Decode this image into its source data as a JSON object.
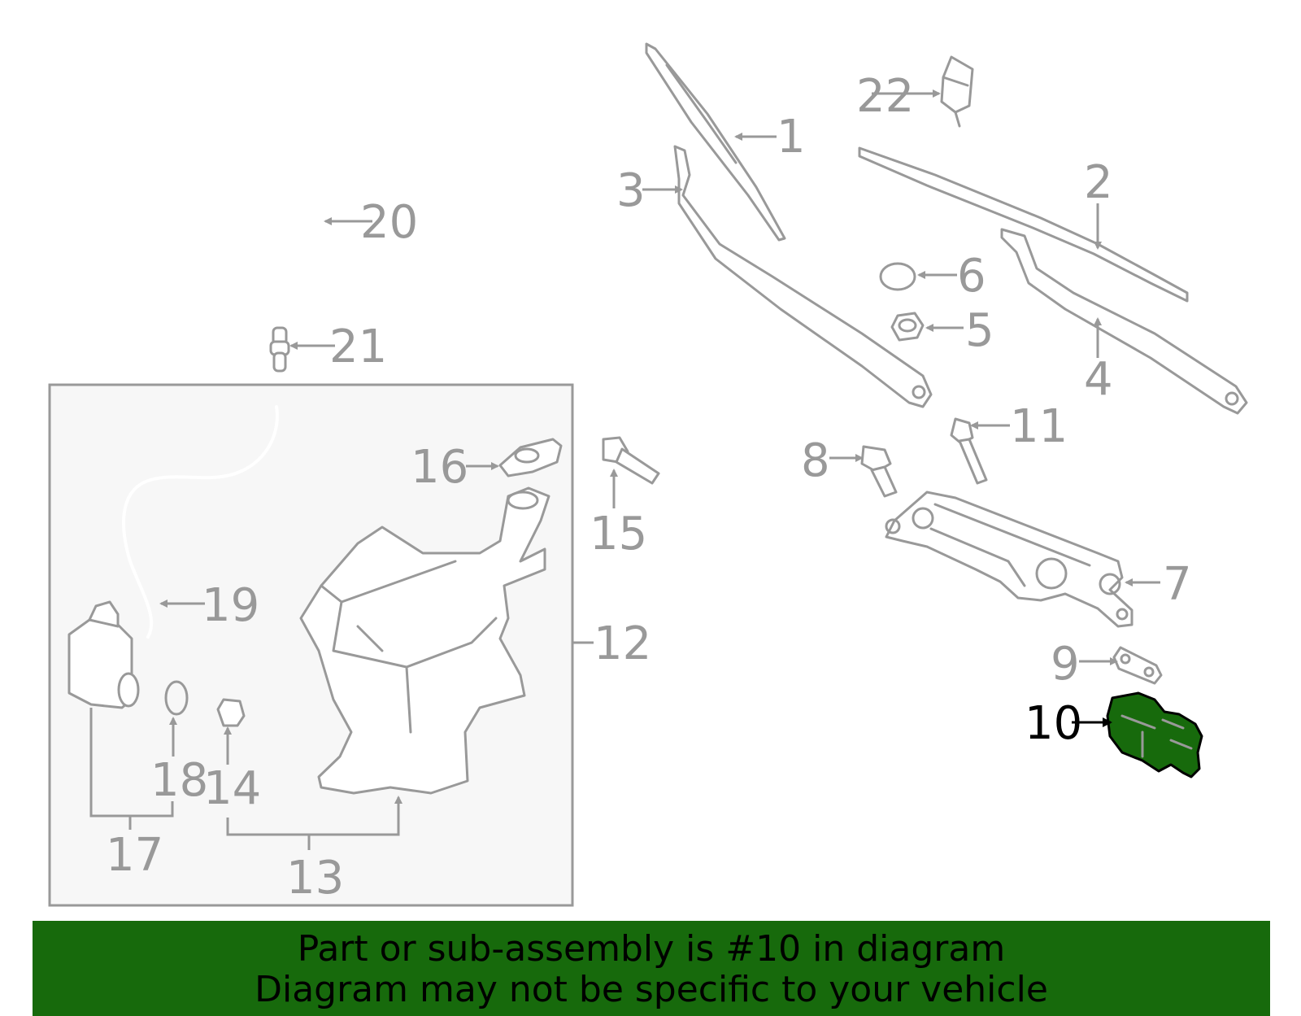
{
  "diagram": {
    "labels": {
      "p1": "1",
      "p2": "2",
      "p3": "3",
      "p4": "4",
      "p5": "5",
      "p6": "6",
      "p7": "7",
      "p8": "8",
      "p9": "9",
      "p10": "10",
      "p11": "11",
      "p12": "12",
      "p13": "13",
      "p14": "14",
      "p15": "15",
      "p16": "16",
      "p17": "17",
      "p18": "18",
      "p19": "19",
      "p20": "20",
      "p21": "21",
      "p22": "22"
    },
    "highlight_part": "10",
    "colors": {
      "line": "#999999",
      "highlight": "#176a0c",
      "panel": "#f7f7f7",
      "banner": "#176a0c"
    }
  },
  "banner": {
    "line1": "Part or sub-assembly is #10 in diagram",
    "line2": "Diagram may not be specific to your vehicle"
  }
}
